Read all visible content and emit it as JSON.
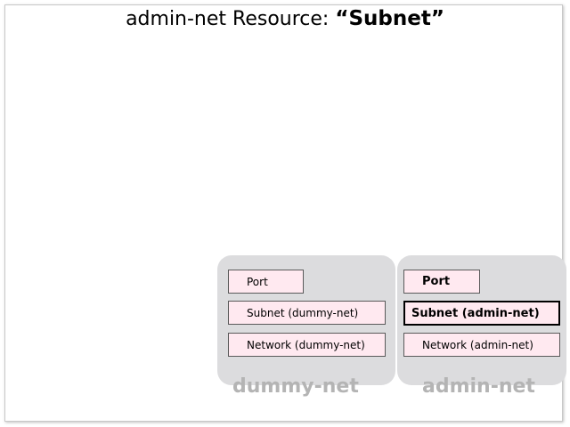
{
  "title": {
    "prefix": "admin-net Resource: ",
    "emphasis": "“Subnet”"
  },
  "colors": {
    "group_background": "#dcdcde",
    "group_label": "#b4b4b4",
    "layer_background": "#ffe9f0",
    "layer_border": "#5a5a5a"
  },
  "groups": [
    {
      "name": "dummy-net",
      "layers": [
        {
          "label": "Port",
          "emphasis": "normal"
        },
        {
          "label": "Subnet (dummy-net)",
          "emphasis": "normal"
        },
        {
          "label": "Network (dummy-net)",
          "emphasis": "normal"
        }
      ]
    },
    {
      "name": "admin-net",
      "layers": [
        {
          "label": "Port",
          "emphasis": "bold"
        },
        {
          "label": "Subnet (admin-net)",
          "emphasis": "highlighted"
        },
        {
          "label": "Network (admin-net)",
          "emphasis": "normal"
        }
      ]
    }
  ]
}
